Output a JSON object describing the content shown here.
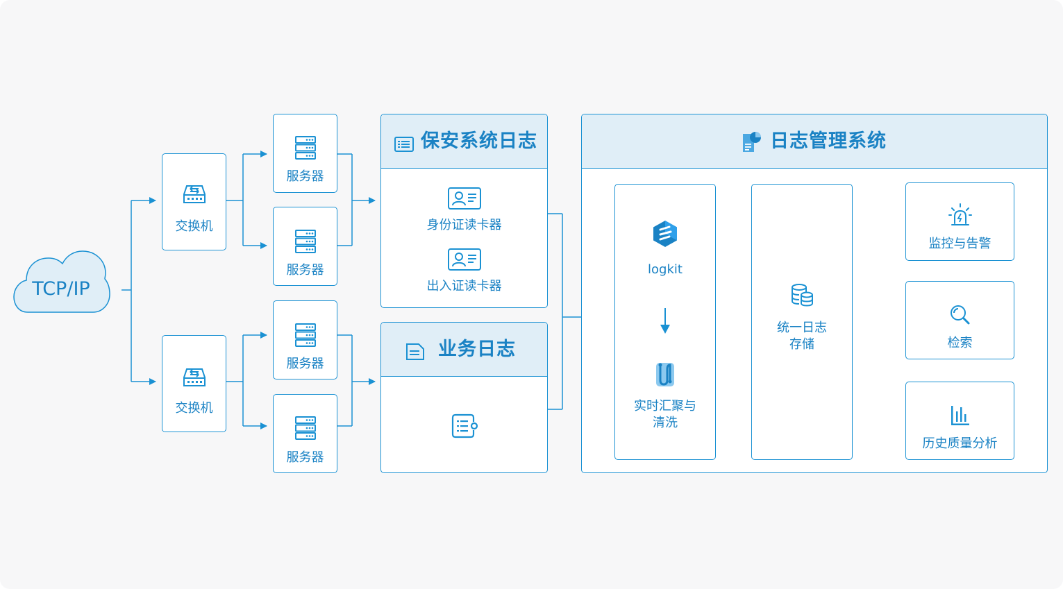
{
  "source": {
    "label": "TCP/IP",
    "icon": "cloud-icon"
  },
  "switches": [
    {
      "label": "交换机",
      "icon": "switch-icon"
    },
    {
      "label": "交换机",
      "icon": "switch-icon"
    }
  ],
  "servers": [
    {
      "label": "服务器",
      "icon": "server-rack-icon"
    },
    {
      "label": "服务器",
      "icon": "server-rack-icon"
    },
    {
      "label": "服务器",
      "icon": "server-rack-icon"
    },
    {
      "label": "服务器",
      "icon": "server-rack-icon"
    }
  ],
  "security_log": {
    "title": "保安系统日志",
    "icon": "list-card-icon",
    "items": [
      {
        "label": "身份证读卡器",
        "icon": "id-card-icon"
      },
      {
        "label": "出入证读卡器",
        "icon": "id-card-icon"
      }
    ]
  },
  "business_log": {
    "title": "业务日志",
    "icon": "document-icon",
    "body_icon": "log-list-icon"
  },
  "log_system": {
    "title": "日志管理系统",
    "icon": "report-chart-icon",
    "ingest": {
      "top_label": "logkit",
      "top_icon": "logkit-logo-icon",
      "bottom_label_1": "实时汇聚与",
      "bottom_label_2": "清洗",
      "bottom_icon": "stream-pipe-icon"
    },
    "storage": {
      "label_1": "统一日志",
      "label_2": "存储",
      "icon": "database-icon"
    },
    "outputs": [
      {
        "label": "监控与告警",
        "icon": "alarm-light-icon"
      },
      {
        "label": "检索",
        "icon": "search-icon"
      },
      {
        "label": "历史质量分析",
        "icon": "bar-chart-icon"
      }
    ]
  },
  "colors": {
    "accent": "#1a91d3",
    "text": "#1a82c4",
    "panel_header": "#e0eef7",
    "background": "#f7f7f8"
  }
}
